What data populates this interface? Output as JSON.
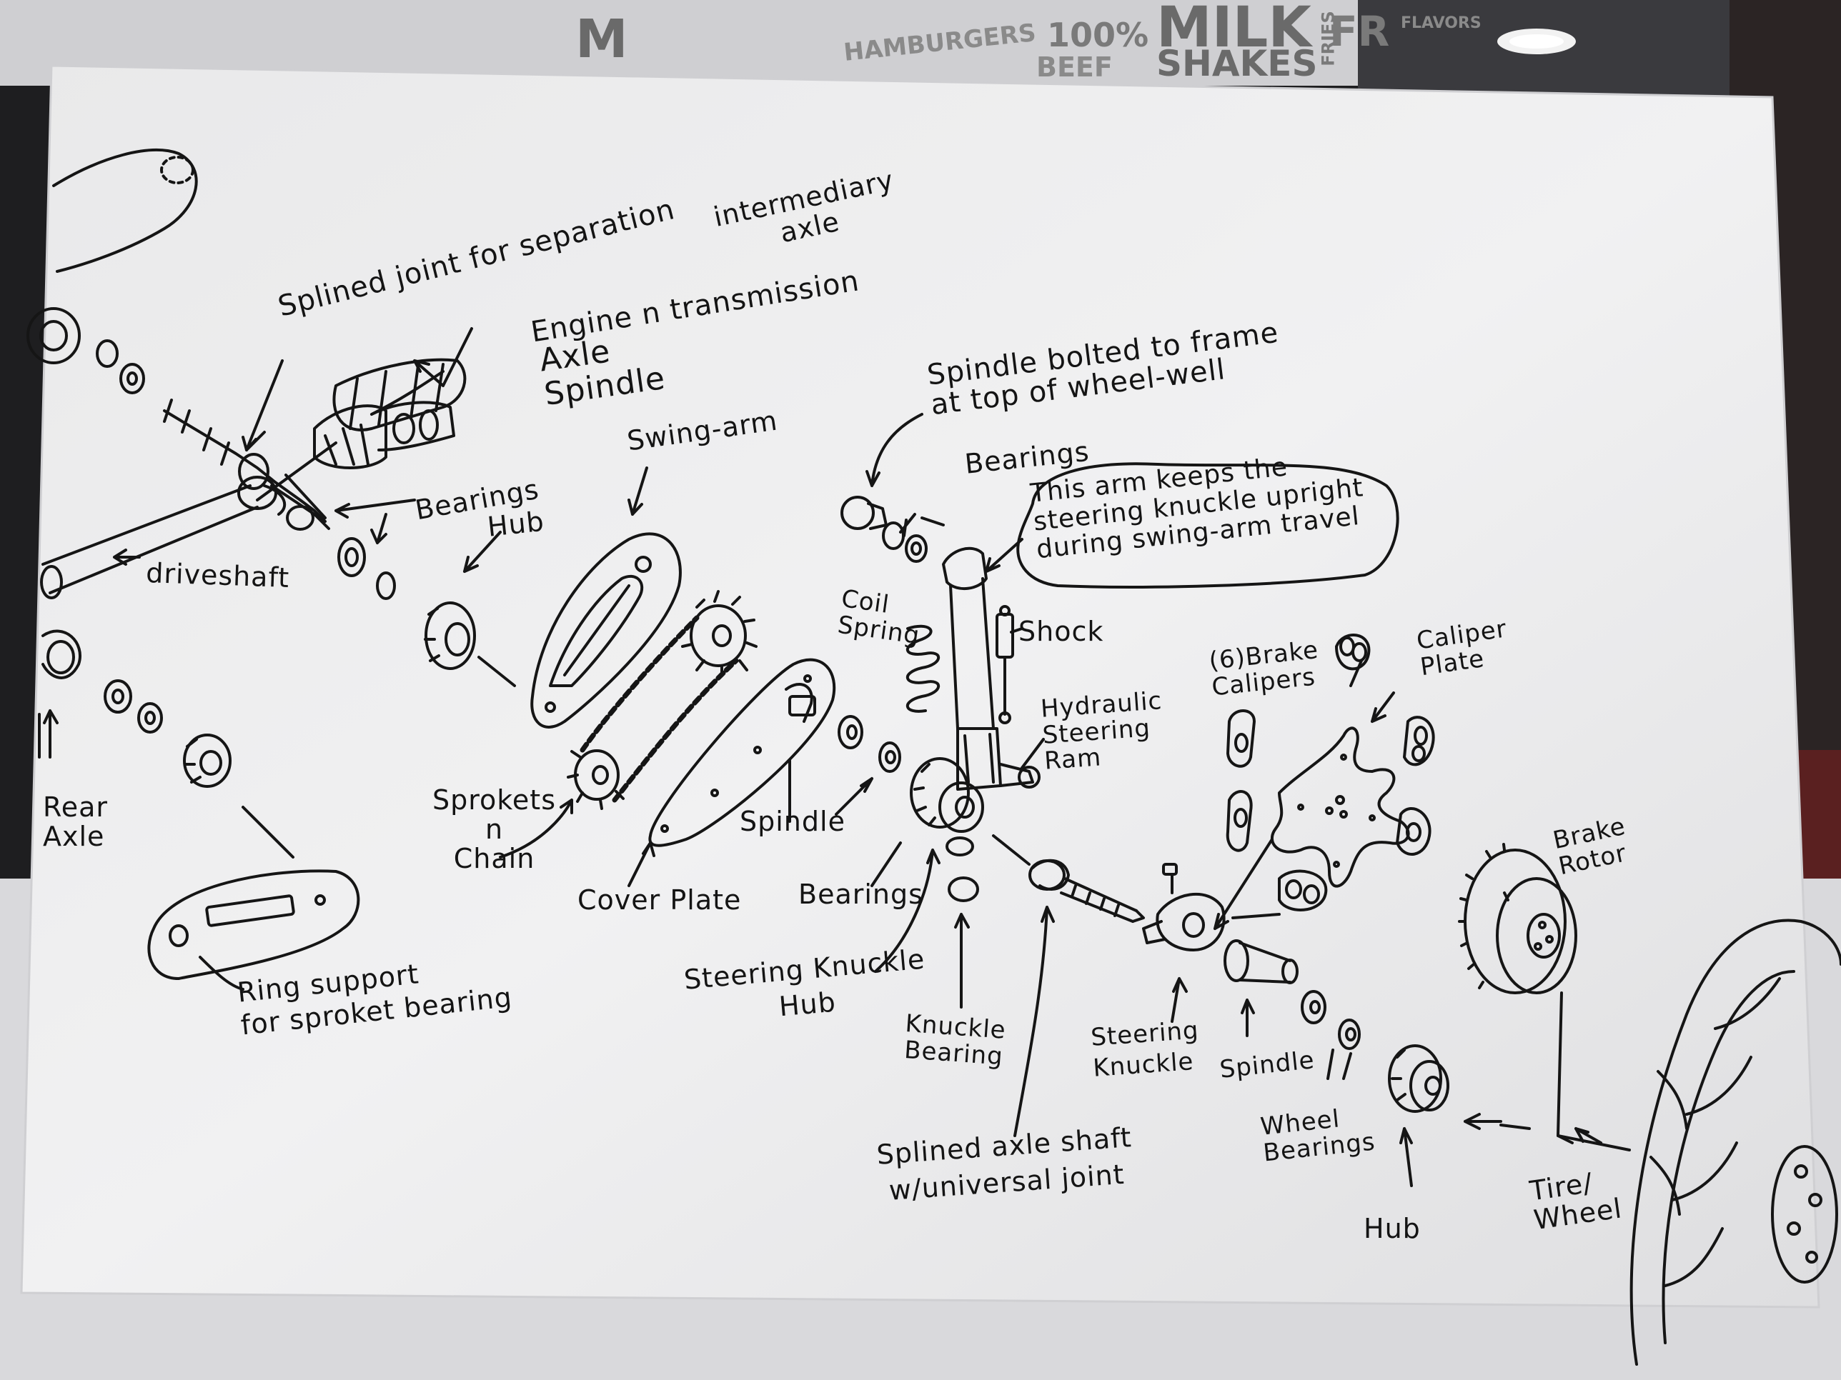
{
  "background_signage": {
    "milk_shakes_top": "MILK",
    "milk_shakes_bottom": "SHAKES",
    "beef": "100%",
    "beef_word": "BEEF",
    "hamburgers": "HAMBURGERS",
    "partial_m": "M",
    "partial_fr": "FR",
    "partial_fries": "FRIES",
    "partial_flavors": "FLAVORS"
  },
  "labels": {
    "splined_joint": "Splined joint for separation",
    "intermediary_axle": "intermediary\naxle",
    "engine_transmission": "Engine n transmission",
    "axle_spindle": "Axle\nSpindle",
    "swing_arm": "Swing-arm",
    "bearings_top_left": "Bearings",
    "hub_top_left": "Hub",
    "driveshaft": "driveshaft",
    "rear_axle": "Rear\nAxle",
    "ring_support": "Ring support\nfor sproket bearing",
    "sprokets_chain": "Sprokets\nn\nChain",
    "cover_plate": "Cover Plate",
    "spindle_mid": "Spindle",
    "bearings_mid": "Bearings",
    "spindle_bolted": "Spindle bolted to frame\nat top of wheel-well",
    "bearings_top_mid": "Bearings",
    "arm_note": "This arm keeps the\nsteering knuckle upright\nduring swing-arm travel",
    "coil_spring": "Coil\nSpring",
    "shock": "Shock",
    "hydraulic_ram": "Hydraulic\nSteering\nRam",
    "steering_knuckle_hub": "Steering Knuckle\nHub",
    "knuckle_bearing": "Knuckle\nBearing",
    "splined_axle_shaft": "Splined axle shaft\nw/universal joint",
    "brake_calipers": "(6)Brake\nCalipers",
    "caliper_plate": "Caliper\nPlate",
    "brake_rotor": "Brake\nRotor",
    "steering_knuckle": "Steering\nKnuckle",
    "spindle_right": "Spindle",
    "wheel_bearings": "Wheel\nBearings",
    "hub_right": "Hub",
    "tire_wheel": "Tire/\nWheel"
  }
}
